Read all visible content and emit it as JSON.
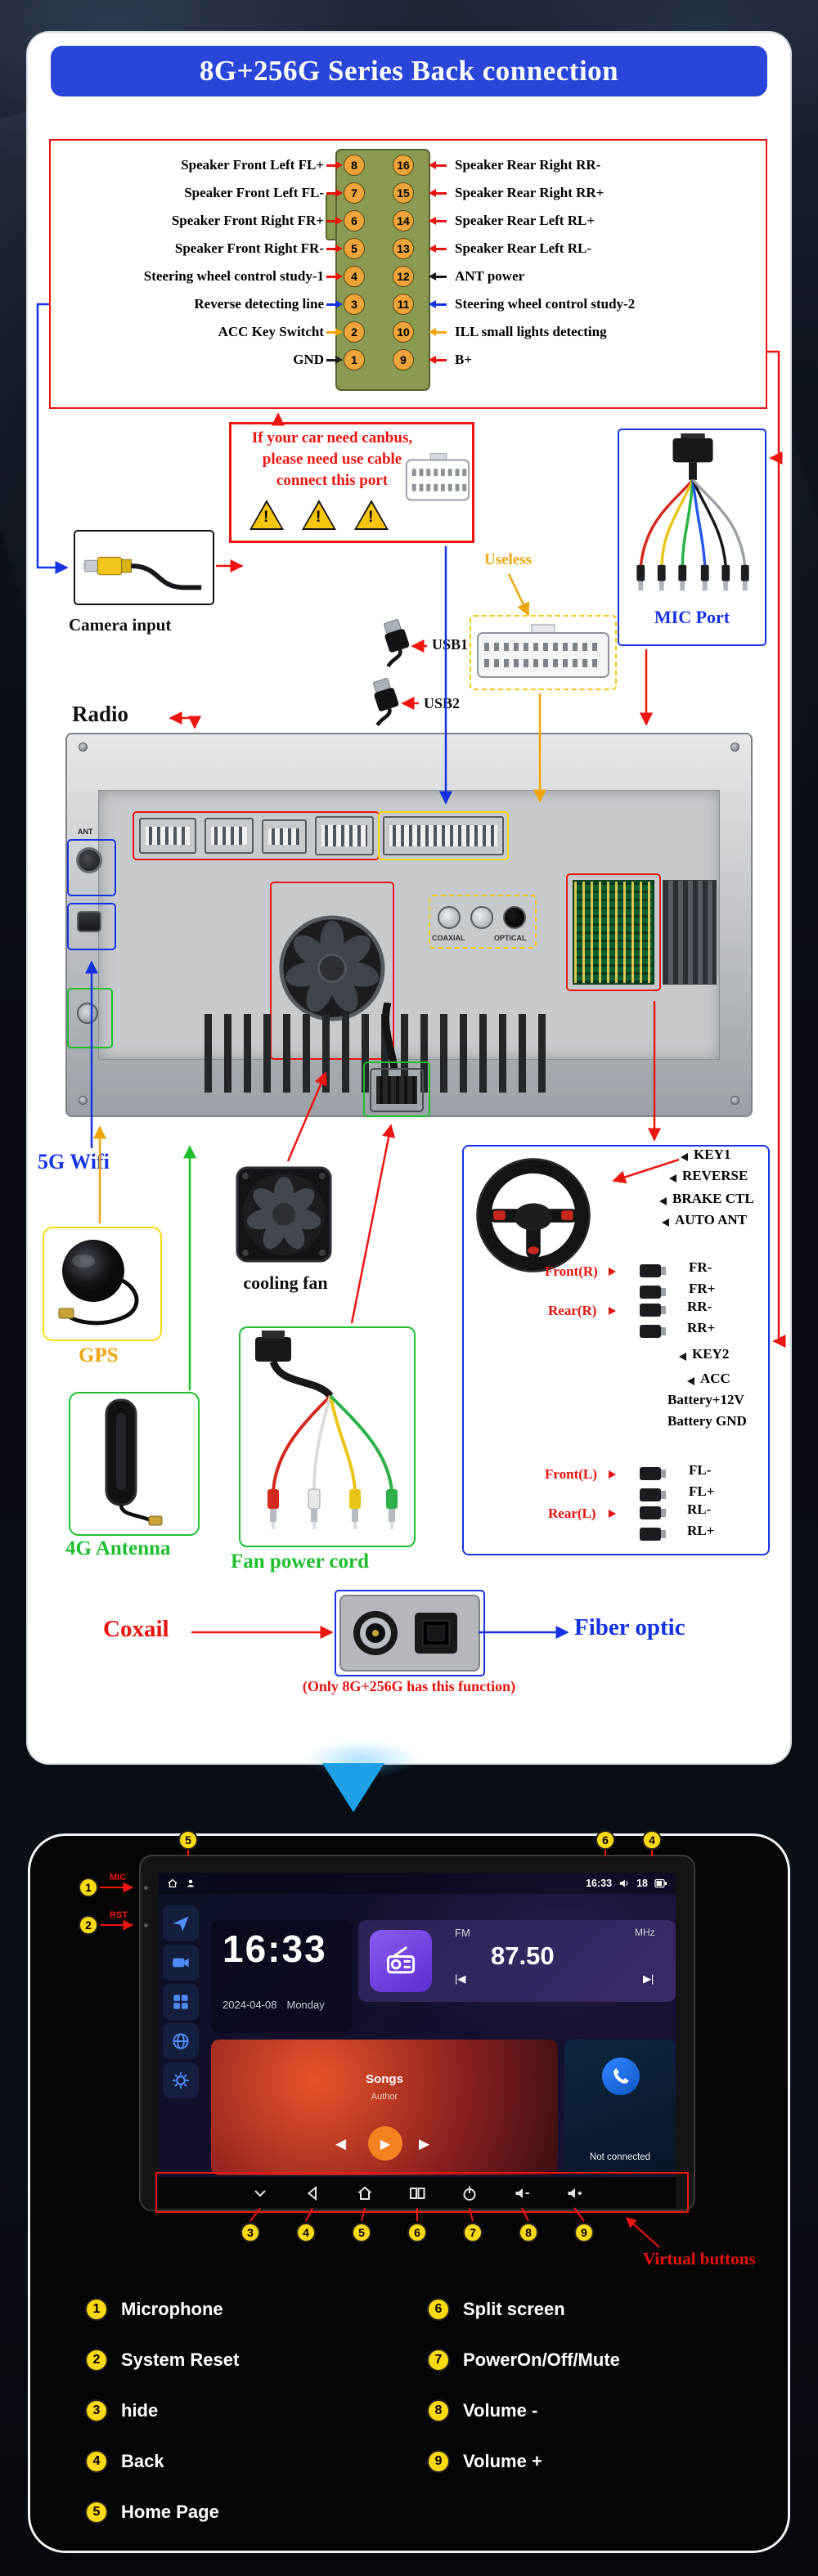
{
  "title": "8G+256G Series Back connection",
  "pinout": {
    "rows": [
      {
        "left": "Speaker Front Left FL+",
        "lpin": "8",
        "rpin": "16",
        "right": "Speaker Rear Right RR-"
      },
      {
        "left": "Speaker Front Left FL-",
        "lpin": "7",
        "rpin": "15",
        "right": "Speaker Rear Right RR+"
      },
      {
        "left": "Speaker Front Right FR+",
        "lpin": "6",
        "rpin": "14",
        "right": "Speaker Rear Left RL+"
      },
      {
        "left": "Speaker Front Right FR-",
        "lpin": "5",
        "rpin": "13",
        "right": "Speaker Rear Left RL-"
      },
      {
        "left": "Steering wheel control study-1",
        "lpin": "4",
        "rpin": "12",
        "right": "ANT power"
      },
      {
        "left": "Reverse detecting line",
        "lpin": "3",
        "rpin": "11",
        "right": "Steering wheel control study-2"
      },
      {
        "left": "ACC Key Switcht",
        "lpin": "2",
        "rpin": "10",
        "right": "ILL small lights detecting"
      },
      {
        "left": "GND",
        "lpin": "1",
        "rpin": "9",
        "right": "B+"
      }
    ]
  },
  "canbus": {
    "line1": "If your car need canbus,",
    "line2": "please need use cable",
    "line3": "connect this port",
    "warning": "!"
  },
  "labels": {
    "useless": "Useless",
    "mic_port": "MIC Port",
    "camera_input": "Camera input",
    "usb1": "USB1",
    "usb2": "USB2",
    "radio": "Radio",
    "wifi_5g": "5G Wifi",
    "cooling_fan": "cooling fan",
    "gps": "GPS",
    "antenna_4g": "4G Antenna",
    "fan_power_cord": "Fan power cord",
    "coxail": "Coxail",
    "fiber_optic": "Fiber optic",
    "only_note": "(Only 8G+256G has this function)",
    "virtual_buttons": "Virtual buttons",
    "mic": "MIC",
    "rst": "RST",
    "ant": "ANT",
    "coaxial": "COAXIAL",
    "optical": "OPTICAL"
  },
  "harness": {
    "key1": "KEY1",
    "reverse": "REVERSE",
    "brake_ctl": "BRAKE CTL",
    "auto_ant": "AUTO ANT",
    "front_r": "Front(R)",
    "fr_minus": "FR-",
    "fr_plus": "FR+",
    "rear_r": "Rear(R)",
    "rr_minus": "RR-",
    "rr_plus": "RR+",
    "key2": "KEY2",
    "acc": "ACC",
    "batt_12v": "Battery+12V",
    "batt_gnd": "Battery GND",
    "front_l": "Front(L)",
    "fl_minus": "FL-",
    "fl_plus": "FL+",
    "rear_l": "Rear(L)",
    "rl_minus": "RL-",
    "rl_plus": "RL+"
  },
  "screen": {
    "status_time": "16:33",
    "status_volume": "18",
    "clock_time": "16:33",
    "clock_date": "2024-04-08",
    "clock_day": "Monday",
    "radio_band": "FM",
    "radio_freq": "87.50",
    "radio_unit": "MHz",
    "radio_prev": "|◀",
    "radio_next": "▶|",
    "music_title": "Songs",
    "music_author": "Author",
    "music_prev": "◀",
    "music_play": "▶",
    "music_next": "▶",
    "phone_status": "Not connected"
  },
  "legend": [
    {
      "num": "1",
      "label": "Microphone"
    },
    {
      "num": "2",
      "label": "System Reset"
    },
    {
      "num": "3",
      "label": "hide"
    },
    {
      "num": "4",
      "label": "Back"
    },
    {
      "num": "5",
      "label": "Home Page"
    },
    {
      "num": "6",
      "label": "Split screen"
    },
    {
      "num": "7",
      "label": "PowerOn/Off/Mute"
    },
    {
      "num": "8",
      "label": "Volume -"
    },
    {
      "num": "9",
      "label": "Volume +"
    }
  ],
  "colors": {
    "banner_blue": "#2a46d8",
    "arrow_red": "#ee1511",
    "arrow_blue": "#1533e4",
    "arrow_orange": "#f0a50a",
    "arrow_green": "#1dbf2d",
    "callout_yellow": "#ffd911"
  }
}
